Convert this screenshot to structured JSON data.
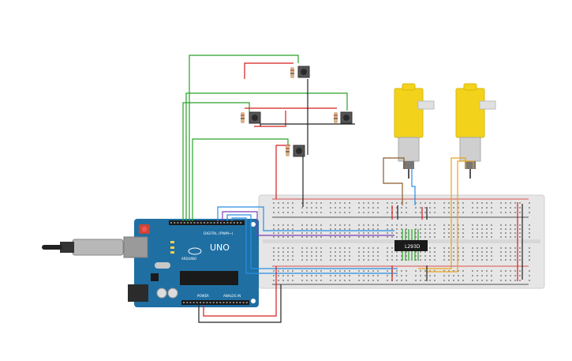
{
  "arduino": {
    "brand": "UNO",
    "digital_label": "DIGITAL (PWM~)",
    "power_label": "POWER",
    "analog_label": "ANALOG IN",
    "logo_text": "ARDUINO"
  },
  "driver_ic": {
    "label": "L293D"
  },
  "colors": {
    "board": "#1f6fa3",
    "breadboard": "#e8e8e8",
    "motor": "#f2d21b",
    "wire_red": "#d61e1e",
    "wire_green": "#2aa02a",
    "wire_black": "#222222",
    "wire_blue": "#2a8ee0",
    "wire_purple": "#7a3fb3",
    "wire_orange": "#e9a21b",
    "wire_brown": "#8a5a2b"
  }
}
